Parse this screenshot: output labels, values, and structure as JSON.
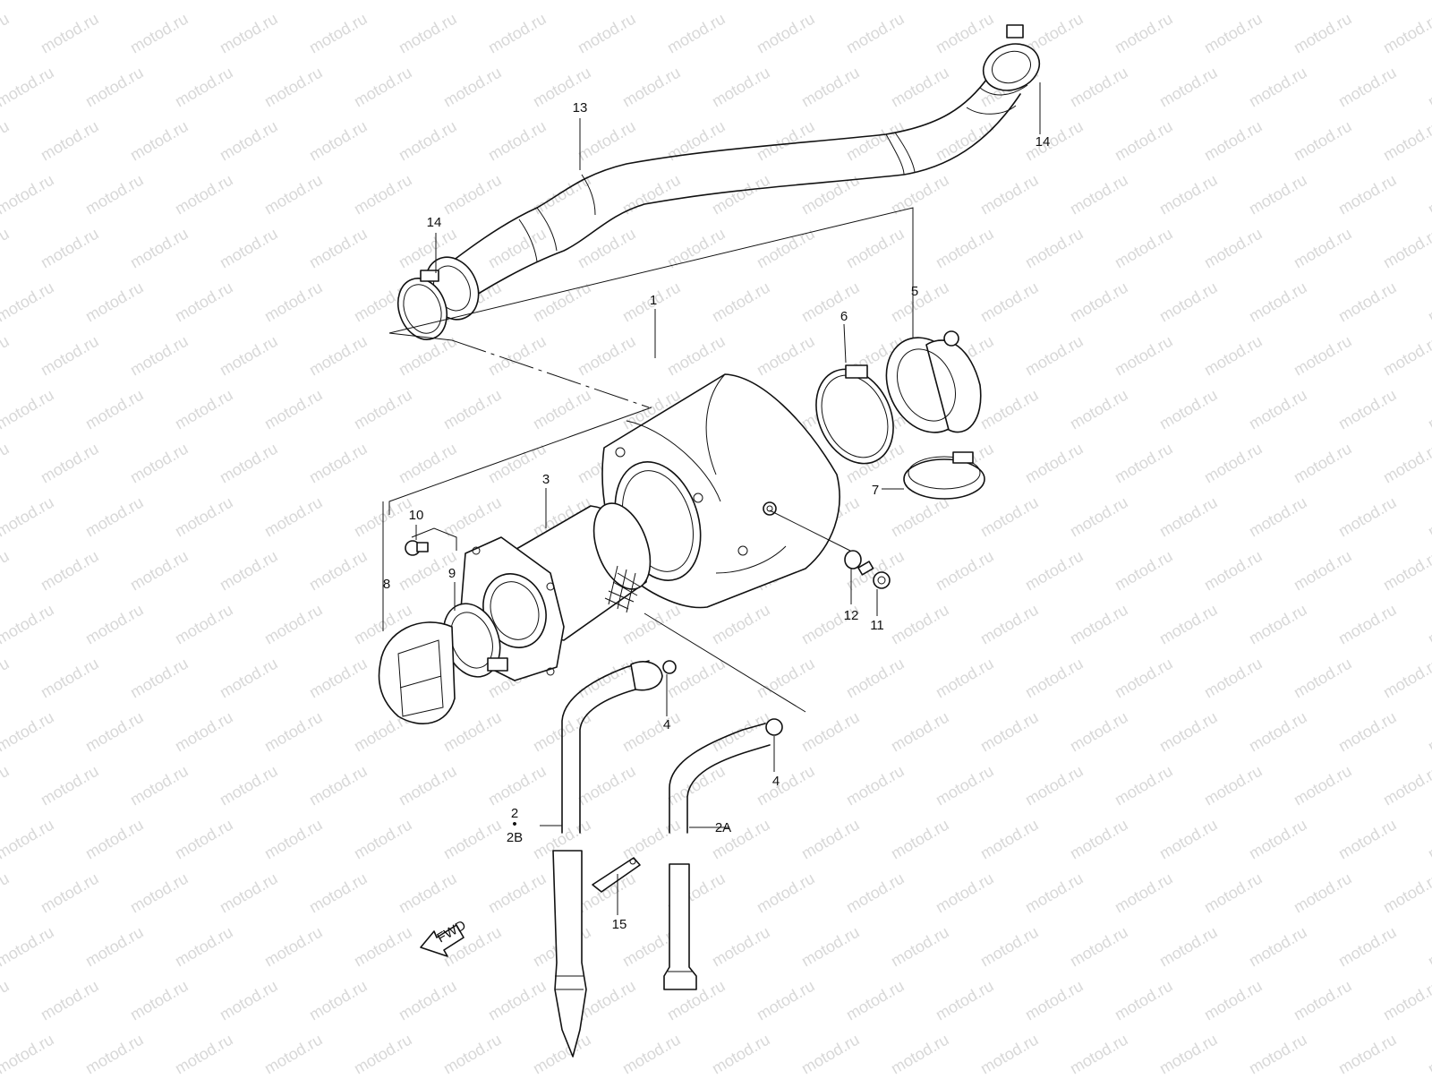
{
  "watermark": "motod.ru",
  "colors": {
    "line": "#111111",
    "background": "#ffffff",
    "watermark": "#d8d8d8"
  },
  "callouts": {
    "n1": "1",
    "n2": "2",
    "n2_dot": "•",
    "n2b": "2B",
    "n2a": "2A",
    "n3": "3",
    "n4_upper": "4",
    "n4_lower": "4",
    "n5": "5",
    "n6": "6",
    "n7": "7",
    "n8": "8",
    "n9": "9",
    "n10": "10",
    "n11": "11",
    "n12": "12",
    "n13": "13",
    "n14_right": "14",
    "n14_left": "14",
    "n15": "15"
  },
  "fwd_arrow": {
    "label": "FWD",
    "icon": "fwd-arrow-icon"
  }
}
